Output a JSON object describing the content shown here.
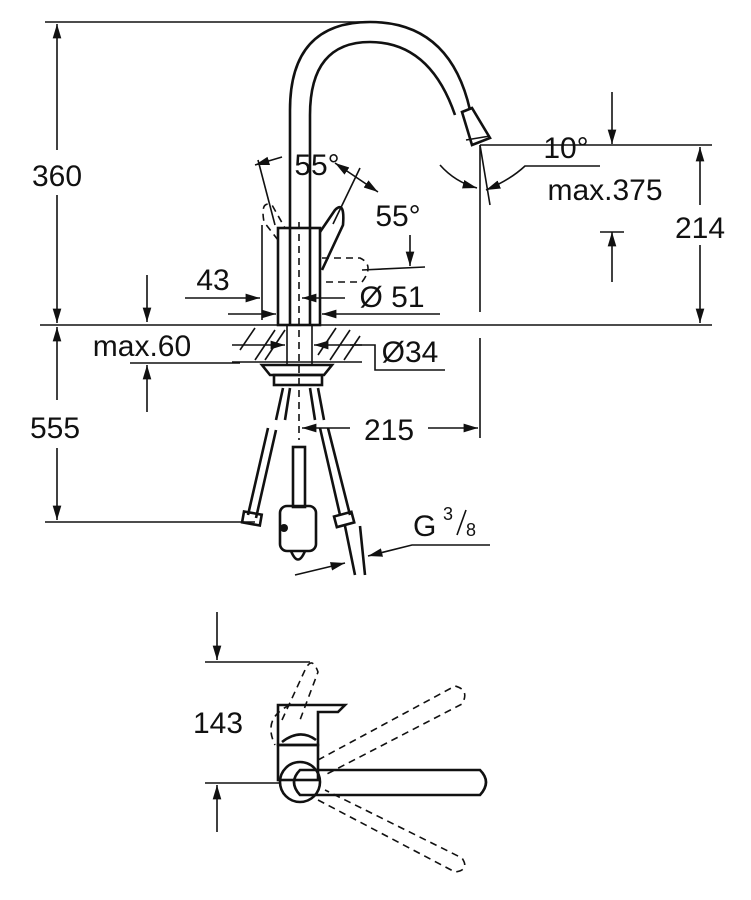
{
  "drawing": {
    "colors": {
      "line": "#111111",
      "background": "#ffffff"
    },
    "side_view": {
      "height_total": "360",
      "height_below": "555",
      "spout_height": "214",
      "spout_reach_max": "max.375",
      "spout_angle": "10°",
      "lever_angle_left": "55°",
      "lever_angle_right": "55°",
      "lever_offset": "43",
      "body_diameter": "Ø 51",
      "hole_diameter": "Ø34",
      "deck_thickness_max": "max.60",
      "outlet_offset": "215",
      "connection_thread": {
        "letter": "G",
        "numerator": "3",
        "denominator": "8"
      }
    },
    "top_view": {
      "lever_depth": "143"
    }
  }
}
